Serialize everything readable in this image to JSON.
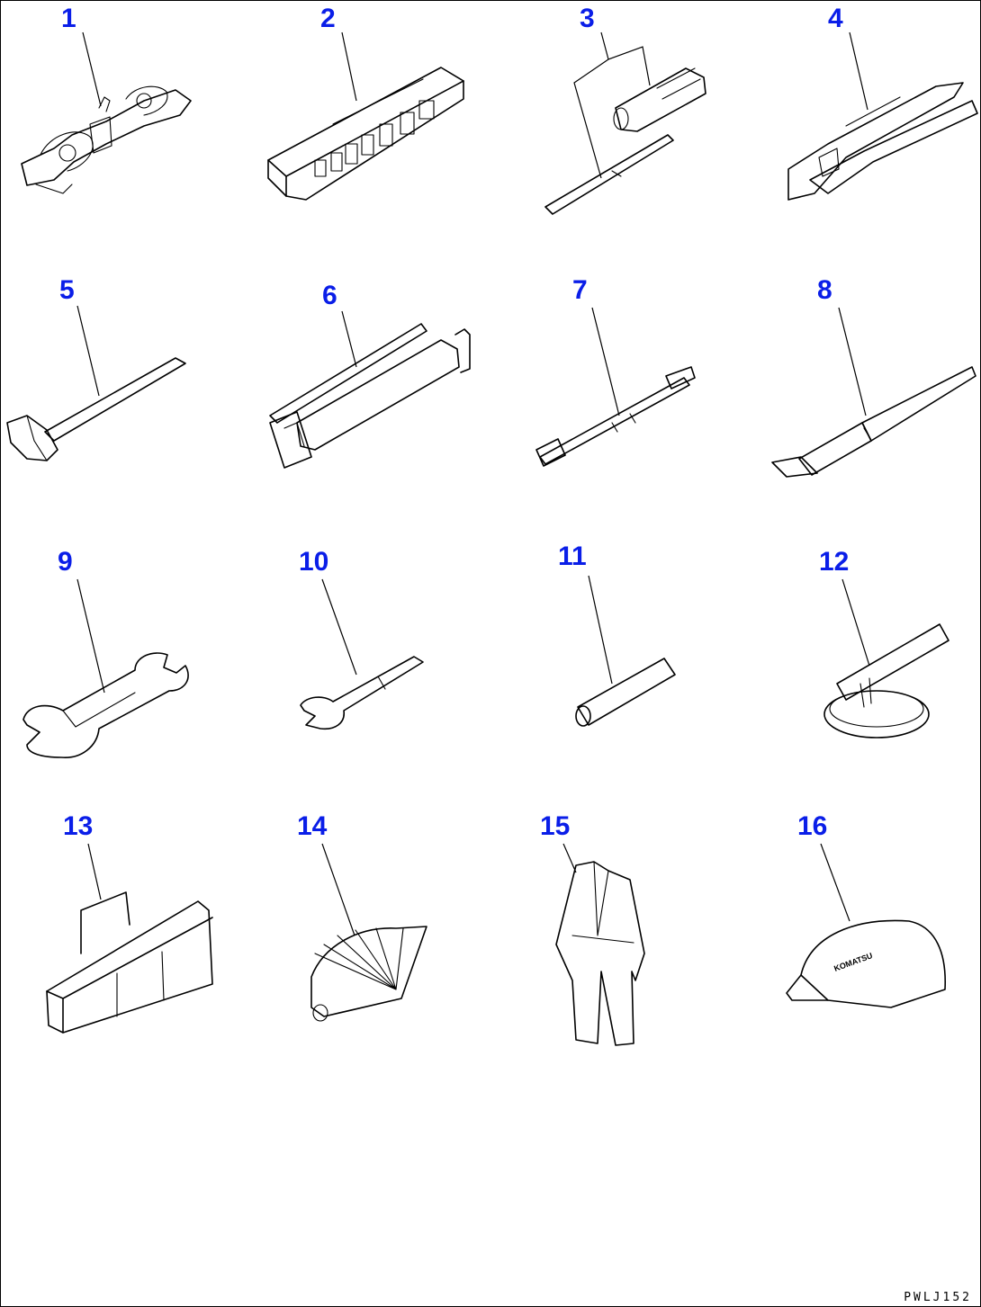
{
  "figure": {
    "drawing_code": "PWLJ152",
    "items": [
      {
        "id": "item-1",
        "number": "1",
        "icon": "adjustable-wrench-set-icon"
      },
      {
        "id": "item-2",
        "number": "2",
        "icon": "socket-set-case-icon"
      },
      {
        "id": "item-3",
        "number": "3",
        "icon": "socket-and-extension-bar-icon"
      },
      {
        "id": "item-4",
        "number": "4",
        "icon": "pliers-icon"
      },
      {
        "id": "item-5",
        "number": "5",
        "icon": "hammer-icon"
      },
      {
        "id": "item-6",
        "number": "6",
        "icon": "grease-gun-icon"
      },
      {
        "id": "item-7",
        "number": "7",
        "icon": "extension-hose-icon"
      },
      {
        "id": "item-8",
        "number": "8",
        "icon": "screwdriver-icon"
      },
      {
        "id": "item-9",
        "number": "9",
        "icon": "double-open-end-wrench-icon"
      },
      {
        "id": "item-10",
        "number": "10",
        "icon": "offset-wrench-icon"
      },
      {
        "id": "item-11",
        "number": "11",
        "icon": "bar-icon"
      },
      {
        "id": "item-12",
        "number": "12",
        "icon": "filter-wrench-icon"
      },
      {
        "id": "item-13",
        "number": "13",
        "icon": "tool-bag-icon"
      },
      {
        "id": "item-14",
        "number": "14",
        "icon": "feeler-gauge-icon"
      },
      {
        "id": "item-15",
        "number": "15",
        "icon": "coverall-icon"
      },
      {
        "id": "item-16",
        "number": "16",
        "icon": "cap-icon"
      }
    ],
    "cap_print": "KOMATSU",
    "colors": {
      "callout_number": "#0a1ee8",
      "line": "#000000",
      "background": "#ffffff"
    }
  }
}
